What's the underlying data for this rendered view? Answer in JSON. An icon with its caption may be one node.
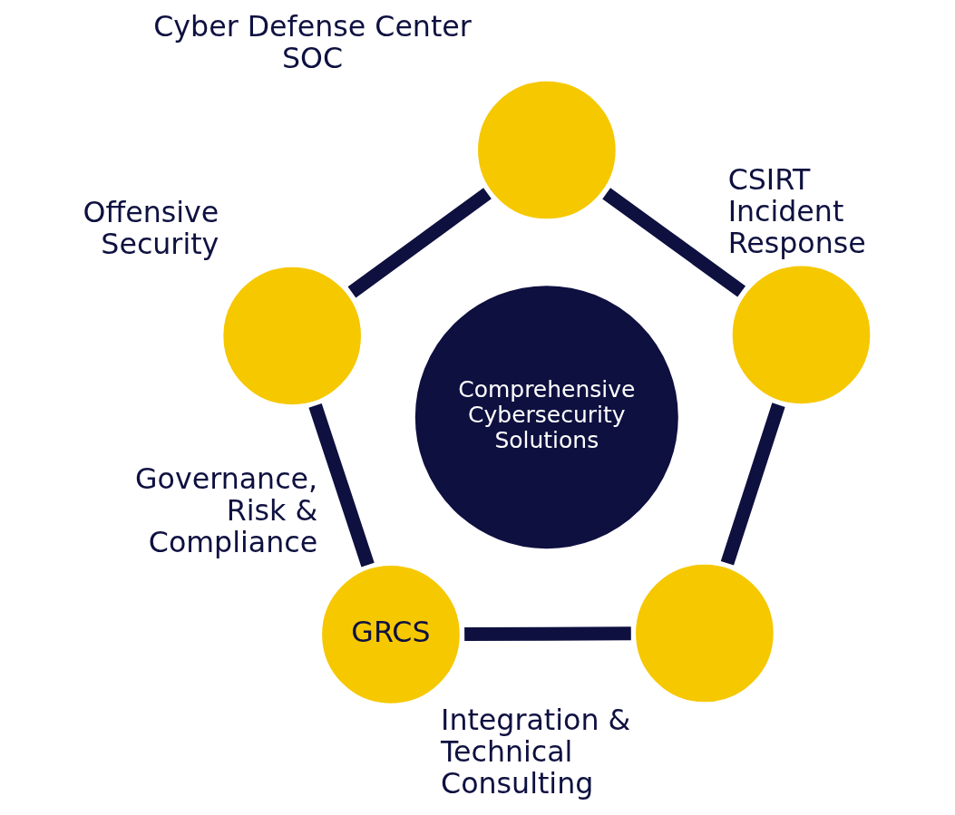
{
  "diagram": {
    "nodes": [
      {
        "text": [
          "Cyber Defense Center SOC"
        ]
      },
      {
        "text": [
          "Offensive Security"
        ]
      },
      {
        "text": [
          "Comprehensive Cybersecurity Solutions"
        ]
      },
      {
        "text": [
          "CSIRT Incident Response"
        ]
      },
      {
        "text": [
          "Governance, Risk & Compliance",
          "GRCS"
        ]
      },
      {
        "text": [
          "Integration & Technical Consulting"
        ]
      }
    ],
    "edges": [
      {
        "from": 0,
        "to": 3,
        "arrow": "none"
      },
      {
        "from": 3,
        "to": 5,
        "arrow": "none"
      },
      {
        "from": 5,
        "to": 4,
        "arrow": "none"
      },
      {
        "from": 4,
        "to": 1,
        "arrow": "none"
      },
      {
        "from": 1,
        "to": 0,
        "arrow": "none"
      }
    ]
  }
}
